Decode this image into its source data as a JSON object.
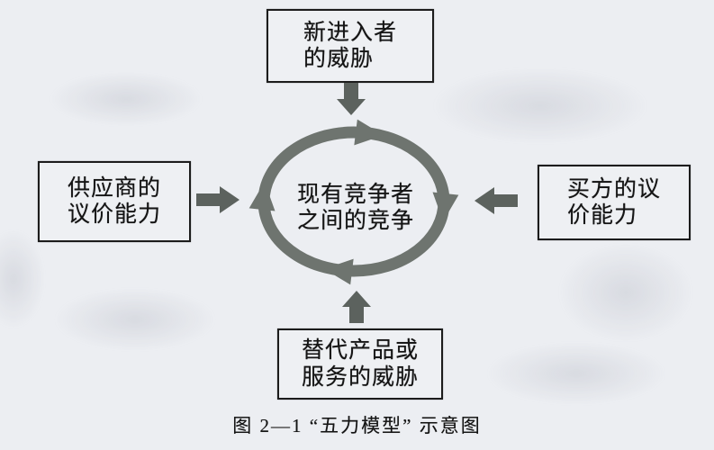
{
  "canvas": {
    "caption": "图 2—1 “五力模型” 示意图"
  },
  "boxes": {
    "top": {
      "line1": "新进入者",
      "line2": "的威胁"
    },
    "left": {
      "line1": "供应商的",
      "line2": "议价能力"
    },
    "right": {
      "line1": "买方的议",
      "line2": "价能力"
    },
    "bottom": {
      "line1": "替代产品或",
      "line2": "服务的威胁"
    }
  },
  "center": {
    "line1": "现有竞争者",
    "line2": "之间的竞争"
  },
  "icons": {
    "down_arrow": "down-arrow",
    "up_arrow": "up-arrow",
    "right_arrow": "right-arrow",
    "left_arrow": "left-arrow",
    "ring": "clockwise-cycle-arrow"
  },
  "colors": {
    "ring": "#6e746f",
    "arrow": "#5c625e",
    "border": "#1c1c1c",
    "text": "#141414"
  }
}
